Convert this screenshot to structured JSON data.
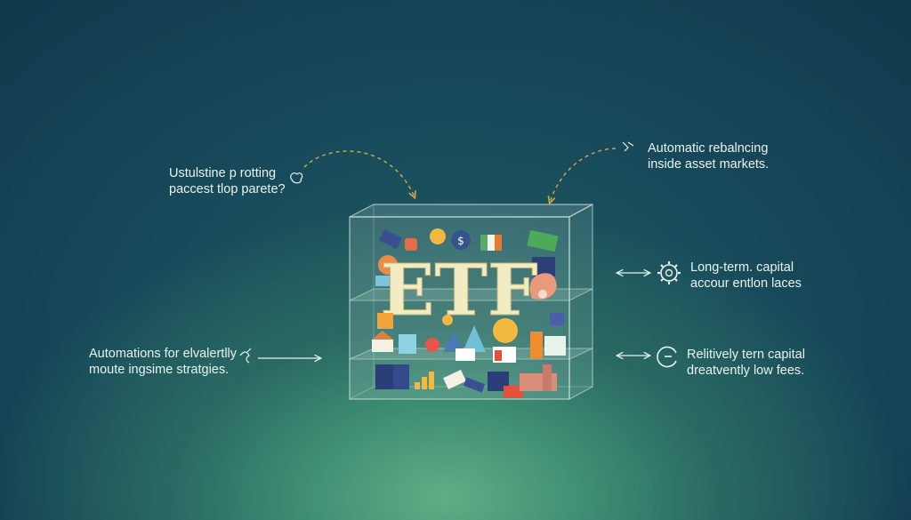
{
  "center": {
    "title": "ETF"
  },
  "labels": {
    "top_left": [
      "Ustulstine p rotting",
      "paccest tlop parete?"
    ],
    "top_right": [
      "Automatic rebalncing",
      "inside asset markets."
    ],
    "bottom_left": [
      "Automations for elvalertlly",
      "moute ingsime stratgies."
    ],
    "mid_right": [
      "Long-term. capital",
      "accour entlon laces"
    ],
    "bottom_right": [
      "Relitively tern capital",
      "dreatvently low fees."
    ]
  },
  "icons": {
    "mid_right": "gear-icon",
    "bottom_right": "refresh-icon",
    "top_left": "doodle-icon",
    "top_right": "doodle-icon",
    "bottom_left": "doodle-icon"
  },
  "colors": {
    "label_text": "#e9f3ef",
    "arrow_dashed": "#d4a94a",
    "cube_edge": "#cfe7dd"
  }
}
